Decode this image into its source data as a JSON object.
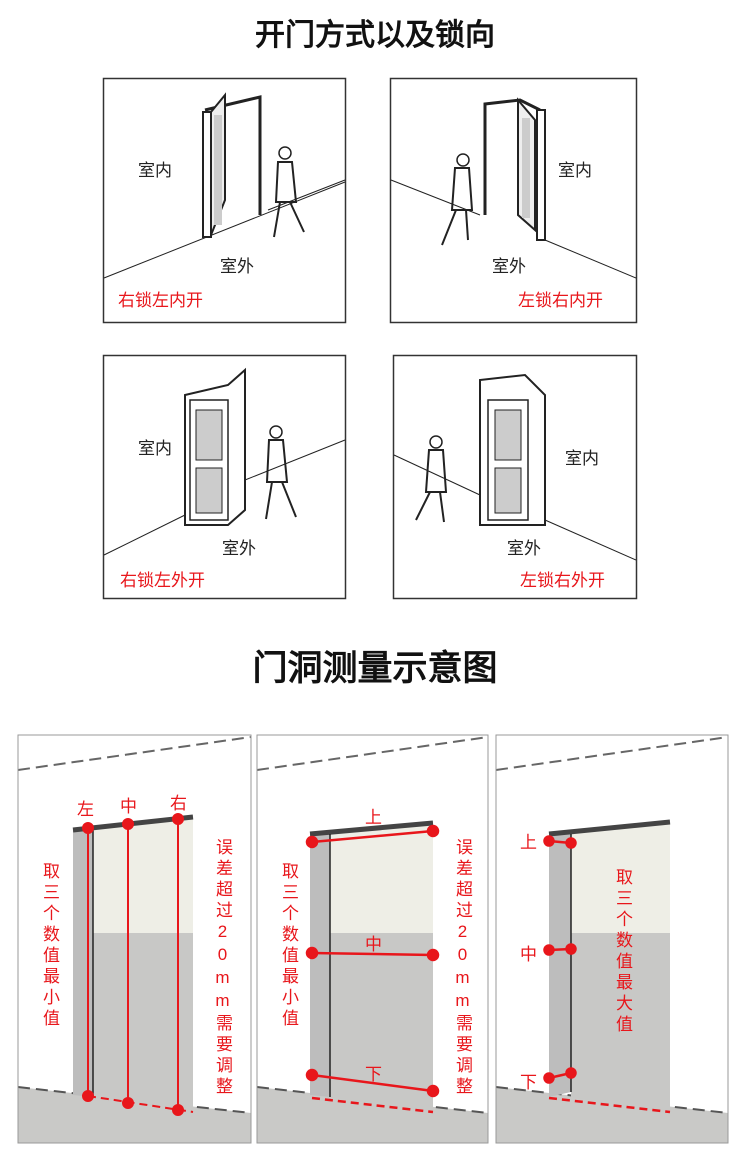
{
  "section1": {
    "title": "开门方式以及锁向",
    "panels": [
      {
        "indoor": "室内",
        "outdoor": "室外",
        "caption": "右锁左内开"
      },
      {
        "indoor": "室内",
        "outdoor": "室外",
        "caption": "左锁右内开"
      },
      {
        "indoor": "室内",
        "outdoor": "室外",
        "caption": "右锁左外开"
      },
      {
        "indoor": "室内",
        "outdoor": "室外",
        "caption": "左锁右外开"
      }
    ]
  },
  "section2": {
    "title": "门洞测量示意图",
    "width_panel": {
      "left": "左",
      "middle": "中",
      "right": "右",
      "note_left": "取三个数值最小值",
      "note_right": "误差超过20mm需要调整"
    },
    "height_panel": {
      "top": "上",
      "middle": "中",
      "bottom": "下",
      "note_left": "取三个数值最小值",
      "note_right": "误差超过20mm需要调整"
    },
    "depth_panel": {
      "top": "上",
      "middle": "中",
      "bottom": "下",
      "note": "取三个数值最大值"
    }
  },
  "colors": {
    "accent_red": "#e8161b"
  }
}
